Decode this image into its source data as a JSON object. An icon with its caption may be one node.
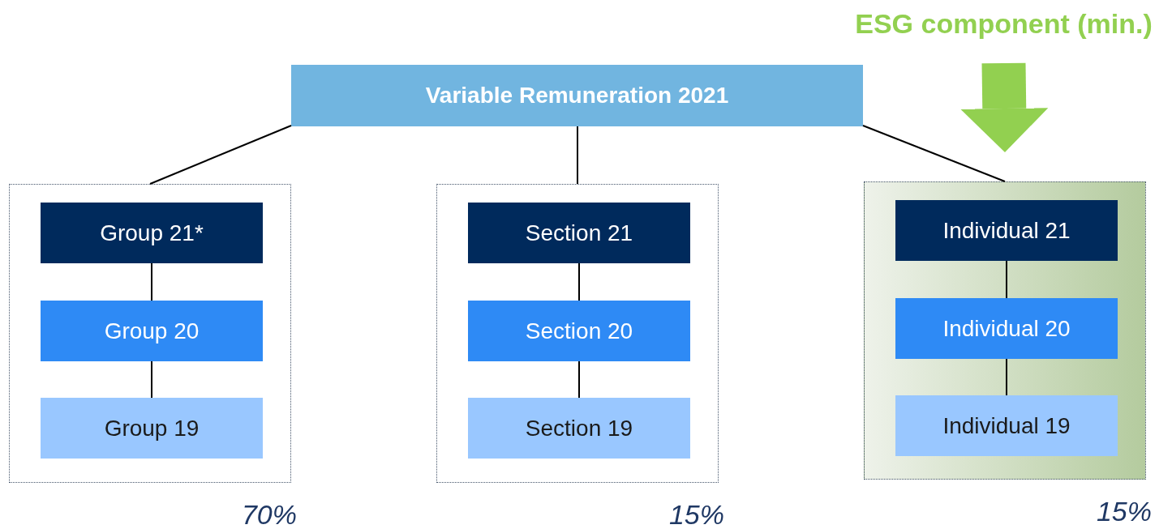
{
  "diagram": {
    "nodes": [
      {
        "text": [
          "Variable Remuneration 2021"
        ]
      },
      {
        "text": [],
        "shape": "box",
        "beside": [
          "70%"
        ]
      },
      {
        "text": [
          "Group 21*"
        ],
        "in": 1
      },
      {
        "text": [
          "Group 20"
        ],
        "in": 1
      },
      {
        "text": [
          "Group 19"
        ],
        "in": 1
      },
      {
        "text": [],
        "shape": "box",
        "beside": [
          "15%"
        ]
      },
      {
        "text": [
          "Section 21"
        ],
        "in": 5
      },
      {
        "text": [
          "Section 20"
        ],
        "in": 5
      },
      {
        "text": [
          "Section 19"
        ],
        "in": 5
      },
      {
        "text": [],
        "shape": "box",
        "beside": [
          "15%"
        ]
      },
      {
        "text": [
          "Individual 21"
        ],
        "in": 9
      },
      {
        "text": [
          "Individual 20"
        ],
        "in": 9
      },
      {
        "text": [
          "Individual 19"
        ],
        "in": 9
      },
      {
        "text": [
          "ESG component (min.)"
        ]
      }
    ],
    "edges": [
      {
        "from": 0,
        "to": 1,
        "arrow": "none"
      },
      {
        "from": 0,
        "to": 5,
        "arrow": "none"
      },
      {
        "from": 0,
        "to": 9,
        "arrow": "none"
      },
      {
        "from": 2,
        "to": 3,
        "arrow": "none"
      },
      {
        "from": 3,
        "to": 4,
        "arrow": "none"
      },
      {
        "from": 6,
        "to": 7,
        "arrow": "none"
      },
      {
        "from": 7,
        "to": 8,
        "arrow": "none"
      },
      {
        "from": 10,
        "to": 11,
        "arrow": "none"
      },
      {
        "from": 11,
        "to": 12,
        "arrow": "none"
      },
      {
        "from": 13,
        "to": 9,
        "arrow": "to",
        "style": "thick",
        "color": "#92d050"
      }
    ]
  }
}
